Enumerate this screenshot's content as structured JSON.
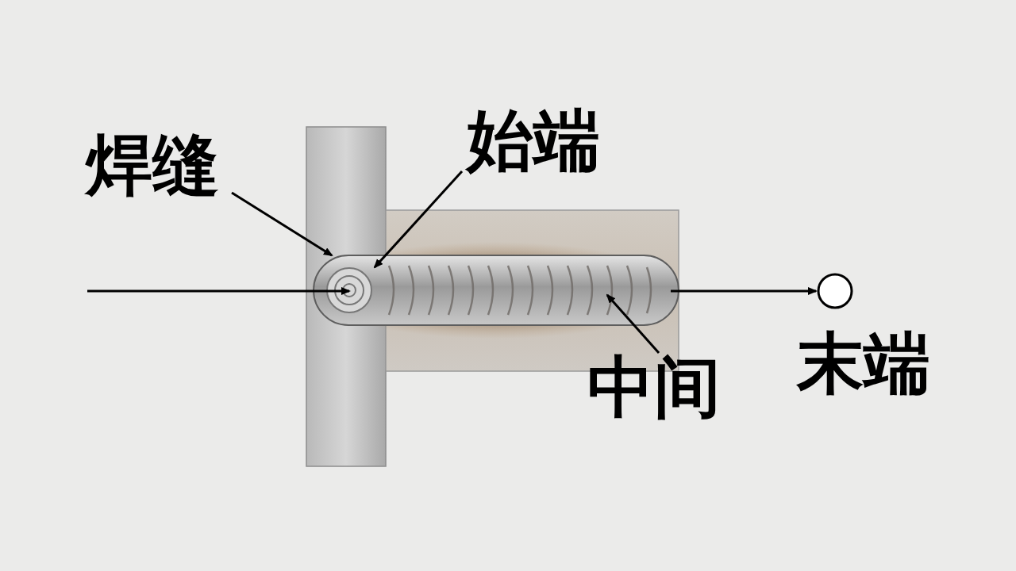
{
  "diagram": {
    "labels": [
      "焊缝",
      "始端",
      "中间",
      "末端"
    ]
  }
}
